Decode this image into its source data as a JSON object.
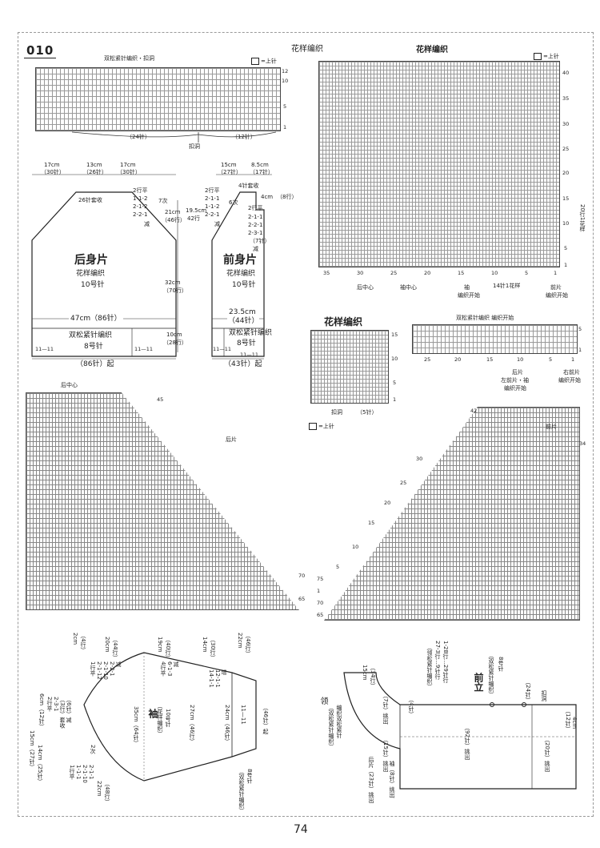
{
  "page": {
    "number_label": "010",
    "page_number": "74"
  },
  "top_chart": {
    "title": "双松紧针编织・扣洞",
    "legend": "=上针",
    "rows": [
      "12",
      "10",
      "5",
      "1"
    ],
    "left_span": "（24针）",
    "right_span": "（12针）",
    "buttonhole": "扣洞"
  },
  "back_piece": {
    "top_left": "17cm",
    "top_left_st": "（30针）",
    "top_mid": "13cm",
    "top_mid_st": "（26针）",
    "top_right": "17cm",
    "top_right_st": "（30针）",
    "bind_off": "26针套收",
    "dec_lines": [
      "2行平",
      "1-1-2",
      "2-1-2",
      "2-2-1"
    ],
    "dec_count": "7次",
    "dec_word": "减",
    "name": "后身片",
    "pattern": "花样编织",
    "needle": "10号针",
    "width": "47cm（86针）",
    "rib": "双松紧针编织",
    "rib_needle": "8号针",
    "rib_mark_left": "11—11",
    "rib_mark_right": "11—11",
    "cast_on": "（86针）起",
    "armhole": "21cm",
    "armhole_rows": "（46行）",
    "armhole2": "19.5cm",
    "armhole2_rows": "42行",
    "body_len": "32cm",
    "body_rows": "（70行）",
    "rib_len": "10cm",
    "rib_rows": "（28行）"
  },
  "front_piece": {
    "top_left": "15cm",
    "top_left_st": "（27针）",
    "top_right": "8.5cm",
    "top_right_st": "（17针）",
    "bind_off": "4针套收",
    "neck": "4cm",
    "neck_rows": "（8行）",
    "raglan_lines": [
      "2行平",
      "2-1-1",
      "1-1-2",
      "2-2-1"
    ],
    "raglan_count": "6次",
    "neck_lines": [
      "2行平",
      "2-1-1",
      "2-2-1",
      "2-3-1"
    ],
    "neck_count": "（7针）",
    "dec_word": "减",
    "name": "前身片",
    "pattern": "花样编织",
    "needle": "10号针",
    "width": "23.5cm",
    "width_st": "（44针）",
    "rib": "双松紧针编织",
    "rib_needle": "8号针",
    "rib_mark_left": "11—11",
    "rib_mark_right": "11—11",
    "cast_on": "（43针）起"
  },
  "pattern_chart_main": {
    "title": "花样编织",
    "legend": "=上针",
    "rows": [
      "40",
      "35",
      "30",
      "25",
      "20",
      "15",
      "10",
      "5",
      "1"
    ],
    "cols": [
      "35",
      "30",
      "25",
      "20",
      "15",
      "10",
      "5",
      "1"
    ],
    "repeat_label": "20行1花样",
    "labels": [
      "后中心",
      "袖中心",
      "袖",
      "编织开始",
      "14针1花样",
      "前片",
      "编织开始"
    ]
  },
  "pattern_chart_small": {
    "title": "花样编织",
    "legend": "=上针",
    "rows": [
      "15",
      "10",
      "5",
      "1"
    ],
    "buttonhole": "扣洞",
    "span": "（5针）"
  },
  "rib_chart": {
    "title": "双松紧针编织 编织开始",
    "rows": [
      "5",
      "1"
    ],
    "cols": [
      "25",
      "20",
      "15",
      "10",
      "5",
      "1"
    ],
    "label_back": "后片",
    "label_left": "左前片・袖",
    "label_start": "编织开始",
    "label_right": "右前片",
    "label_right2": "编织开始"
  },
  "back_triangle": {
    "title": "后中心",
    "label": "后片",
    "rows": [
      "45",
      "70",
      "65"
    ]
  },
  "front_triangle": {
    "label": "前片",
    "rows": [
      "42",
      "34",
      "30",
      "25",
      "20",
      "15",
      "10",
      "5",
      "1",
      "75",
      "70",
      "65"
    ]
  },
  "sleeve": {
    "name": "袖",
    "pattern": "（花样编织）",
    "needle": "10号针",
    "dims": [
      "2cm",
      "（4行）",
      "20cm",
      "（44行）",
      "19cm",
      "（40行）",
      "14cm",
      "（30行）",
      "22cm",
      "（46行）"
    ],
    "rows_left": [
      "1行平",
      "2-1-12",
      "2-1-10",
      "2-2-1",
      "减"
    ],
    "rows_mid": [
      "4行平",
      "6-1-3",
      "减"
    ],
    "rows_right": [
      "14-1-1",
      "12-1-1",
      "增"
    ],
    "cap": [
      "6cm（12针）",
      "2行平",
      "2-3-1",
      "（3行）套收",
      "（6针）减"
    ],
    "width": "15cm（27针）",
    "width2": "14cm（25针）",
    "side": "35cm（64针）",
    "len": "27cm（46行）",
    "cuff": "24cm（46针）",
    "cuff_rib": "（双松紧针编织）",
    "cuff_needle": "8号针",
    "cuff_co": "（46针）起",
    "mark": "11—11",
    "cap_bottom": "2次",
    "cap_rows": [
      "1行平",
      "1-1-1",
      "2-1-10",
      "2-1-1"
    ],
    "bottom_dims": [
      "22cm",
      "（48行）"
    ]
  },
  "collar": {
    "name": "领",
    "rib": "（双松紧针编织）",
    "note": "编织双松紧针",
    "height": "15cm",
    "height_rows": "（34行）",
    "pickup1": "（7针）挑出",
    "pickup2": "（4针）",
    "pickup3": "（15针）挑出",
    "back_pickup": "后片（23针）挑出",
    "sleeve_pickup": "袖（8针）挑出",
    "front_label": "前立",
    "front_rib": "（双松紧针编织）",
    "front_needle": "8号针",
    "front_st": "（92针）挑出",
    "front_st2": "（20针）挑出",
    "buttonhole": "扣洞",
    "collar_rows": [
      "（领松紧针编织）",
      "27-3行…9针行",
      "1-28行…29针行"
    ],
    "right_dims": [
      "（24针）",
      "（12针）",
      "4cm"
    ]
  }
}
